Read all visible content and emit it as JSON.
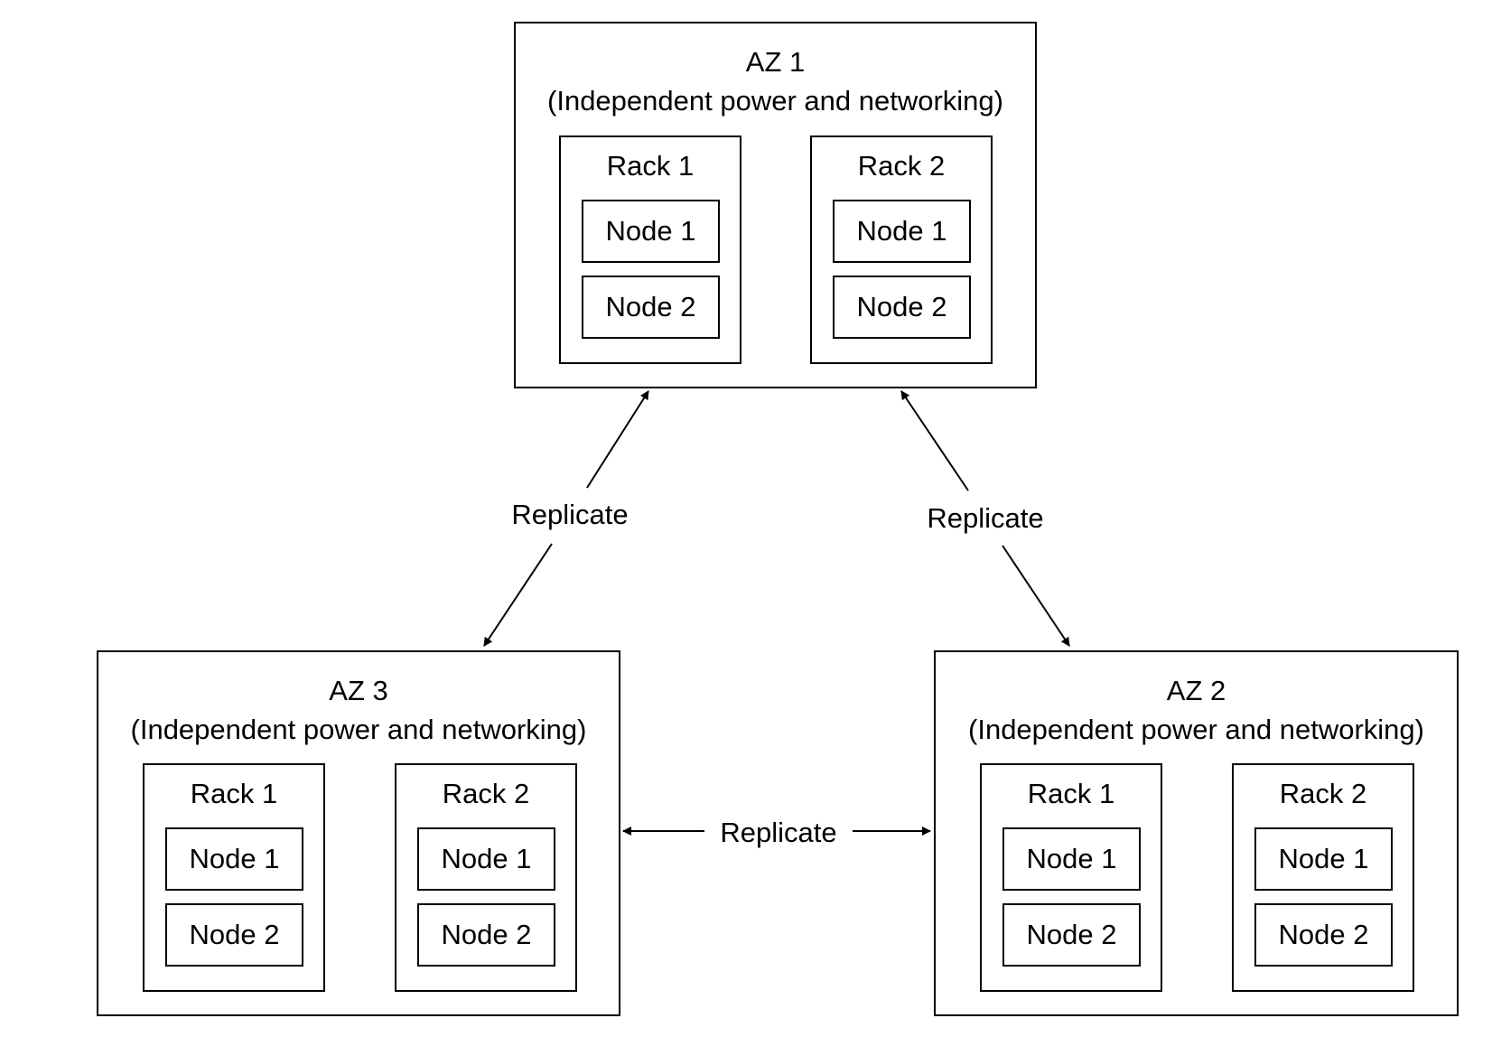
{
  "zones": [
    {
      "id": "az1",
      "title": "AZ 1",
      "subtitle": "(Independent power and networking)",
      "racks": [
        {
          "title": "Rack 1",
          "nodes": [
            "Node 1",
            "Node 2"
          ]
        },
        {
          "title": "Rack 2",
          "nodes": [
            "Node 1",
            "Node 2"
          ]
        }
      ]
    },
    {
      "id": "az3",
      "title": "AZ 3",
      "subtitle": "(Independent power and networking)",
      "racks": [
        {
          "title": "Rack 1",
          "nodes": [
            "Node 1",
            "Node 2"
          ]
        },
        {
          "title": "Rack 2",
          "nodes": [
            "Node 1",
            "Node 2"
          ]
        }
      ]
    },
    {
      "id": "az2",
      "title": "AZ 2",
      "subtitle": "(Independent power and networking)",
      "racks": [
        {
          "title": "Rack 1",
          "nodes": [
            "Node 1",
            "Node 2"
          ]
        },
        {
          "title": "Rack 2",
          "nodes": [
            "Node 1",
            "Node 2"
          ]
        }
      ]
    }
  ],
  "edges": [
    {
      "from": "az1",
      "to": "az3",
      "label": "Replicate",
      "bidirectional": true
    },
    {
      "from": "az1",
      "to": "az2",
      "label": "Replicate",
      "bidirectional": true
    },
    {
      "from": "az3",
      "to": "az2",
      "label": "Replicate",
      "bidirectional": true
    }
  ]
}
